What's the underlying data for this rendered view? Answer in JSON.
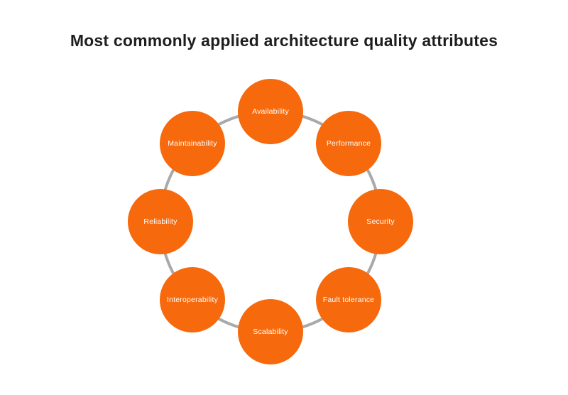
{
  "title": "Most commonly applied architecture quality attributes",
  "colors": {
    "background": "#ffffff",
    "node_fill": "#f6690c",
    "node_text": "#ffffff",
    "ring": "#a9a9a9",
    "title_text": "#1e1e1e"
  },
  "diagram": {
    "type": "cycle",
    "nodes": [
      {
        "label": "Availability",
        "position": "top"
      },
      {
        "label": "Performance",
        "position": "top-right"
      },
      {
        "label": "Security",
        "position": "right"
      },
      {
        "label": "Fault tolerance",
        "position": "bottom-right"
      },
      {
        "label": "Scalability",
        "position": "bottom"
      },
      {
        "label": "Interoperability",
        "position": "bottom-left"
      },
      {
        "label": "Reliability",
        "position": "left"
      },
      {
        "label": "Maintainability",
        "position": "top-left"
      }
    ]
  }
}
